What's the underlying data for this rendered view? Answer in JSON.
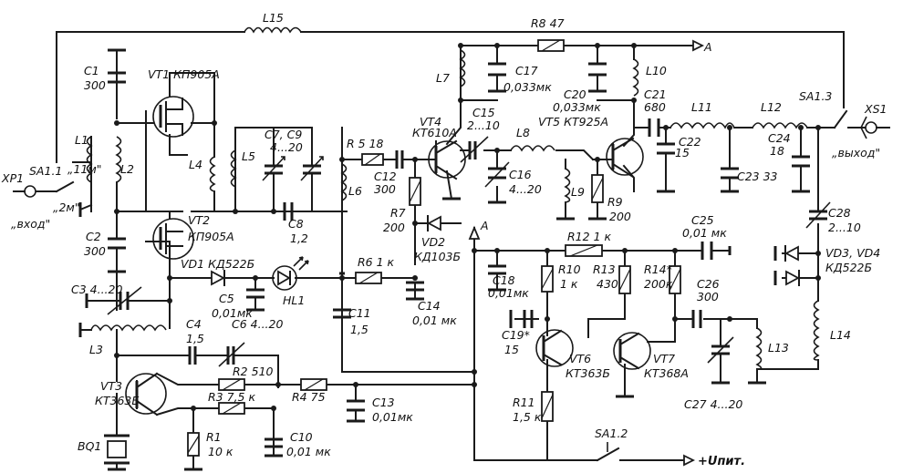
{
  "components": {
    "L15": "L15",
    "R8": "R8 47",
    "A_top": "A",
    "C17": "C17",
    "C17v": "0,033мк",
    "C20": "C20",
    "C20v": "0,033мк",
    "C21": "C21",
    "C21v": "680",
    "L7": "L7",
    "L10": "L10",
    "L11": "L11",
    "L12": "L12",
    "SA13": "SA1.3",
    "XS1": "XS1",
    "out": "„выход\"",
    "C1": "C1",
    "C1v": "300",
    "VT1": "VT1 КП905А",
    "VT4": "VT4",
    "VT4t": "КТ610А",
    "C15": "C15",
    "C15v": "2...10",
    "L8": "L8",
    "VT5": "VT5 КТ925А",
    "C22": "C22",
    "C22v": "15",
    "C23": "C23 33",
    "C24": "C24",
    "C24v": "18",
    "L1": "L1",
    "L11m": "„11м\"",
    "L2": "L2",
    "L4": "L4",
    "L5": "L5",
    "C7": "C7, C9",
    "C7v": "4...20",
    "R5": "R 5 18",
    "L6": "L6",
    "C12": "C12",
    "C12v": "300",
    "C16": "C16",
    "C16v": "4...20",
    "L9": "L9",
    "R9": "R9",
    "R9v": "200",
    "XP1": "XP1",
    "SA11": "SA1.1",
    "in": "„вход\"",
    "m2": "„2м\"",
    "C2": "C2",
    "C2v": "300",
    "VT2": "VT2",
    "VT2t": "КП905А",
    "C8": "C8",
    "C8v": "1,2",
    "R7": "R7",
    "R7v": "200",
    "VD2": "VD2",
    "VD2t": "КД103Б",
    "A_mid": "A",
    "C25": "C25",
    "C25v": "0,01 мк",
    "R12": "R12 1 к",
    "C28": "C28",
    "C28v": "2...10",
    "VD34": "VD3, VD4",
    "VD34t": "КД522Б",
    "VD1": "VD1 КД522Б",
    "R6": "R6 1 к",
    "C18": "C18",
    "C18v": "0,01мк",
    "R10": "R10",
    "R10v": "1 к",
    "R13": "R13",
    "R13v": "430",
    "R14": "R14*",
    "R14v": "200к",
    "C3": "C3 4...20",
    "C5": "C5",
    "C5v": "0,01мк",
    "HL1": "HL1",
    "C14": "C14",
    "C14v": "0,01 мк",
    "C26": "C26",
    "C26v": "300",
    "C11": "C11",
    "C11v": "1,5",
    "C19": "C19*",
    "C19v": "15",
    "L14": "L14",
    "C4": "C4",
    "C4v": "1,5",
    "C6": "C6 4...20",
    "L3": "L3",
    "VT6": "VT6",
    "VT6t": "КТ363Б",
    "VT7": "VT7",
    "VT7t": "КТ368А",
    "L13": "L13",
    "R2": "R2 510",
    "VT3": "VT3",
    "VT3t": "КТ363Б",
    "R3": "R3 7,5 к",
    "R4": "R4 75",
    "C13": "C13",
    "C13v": "0,01мк",
    "R11": "R11",
    "R11v": "1,5 к",
    "C27": "C27 4...20",
    "BQ1": "BQ1",
    "R1": "R1",
    "R1v": "10 к",
    "C10": "C10",
    "C10v": "0,01 мк",
    "SA12": "SA1.2",
    "Upit": "+Uпит."
  }
}
